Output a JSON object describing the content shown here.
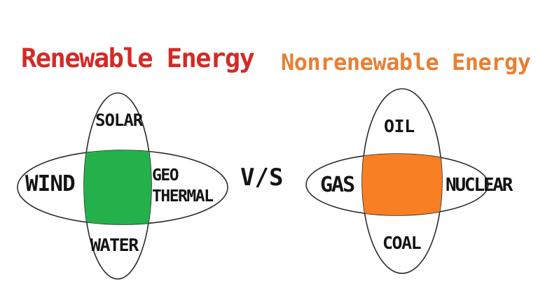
{
  "page": {
    "background_color": "#ffffff",
    "outline_color": "#2b2b2b",
    "label_color": "#141414"
  },
  "versus_label": "V/S",
  "left_diagram": {
    "title": "Renewable Energy",
    "title_color": "#d22b27",
    "fill_color": "#24b14c",
    "labels": {
      "top": "SOLAR",
      "left": "WIND",
      "right_line1": "GEO",
      "right_line2": "THERMAL",
      "bottom": "WATER"
    }
  },
  "right_diagram": {
    "title": "Nonrenewable Energy",
    "title_color": "#e97f33",
    "fill_color": "#f87f23",
    "labels": {
      "top": "OIL",
      "left": "GAS",
      "right": "NUCLEAR",
      "bottom": "COAL"
    }
  }
}
